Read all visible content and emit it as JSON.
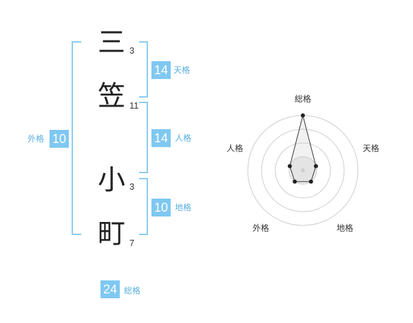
{
  "characters": [
    {
      "char": "三",
      "strokes": "3"
    },
    {
      "char": "笠",
      "strokes": "11"
    },
    {
      "char": "小",
      "strokes": "3"
    },
    {
      "char": "町",
      "strokes": "7"
    }
  ],
  "kaku": {
    "tenkaku": {
      "value": "14",
      "label": "天格"
    },
    "jinkaku": {
      "value": "14",
      "label": "人格"
    },
    "chikaku": {
      "value": "10",
      "label": "地格"
    },
    "gaikaku": {
      "value": "10",
      "label": "外格"
    },
    "soukaku": {
      "value": "24",
      "label": "総格"
    }
  },
  "colors": {
    "accent": "#7fc8f2",
    "bracket": "#8ccbf0",
    "label": "#5aaee0"
  },
  "chart_data": {
    "type": "radar",
    "axes": [
      "総格",
      "天格",
      "地格",
      "外格",
      "人格"
    ],
    "values": [
      4,
      1,
      1,
      1,
      1
    ],
    "rings": 4,
    "grid": true
  }
}
